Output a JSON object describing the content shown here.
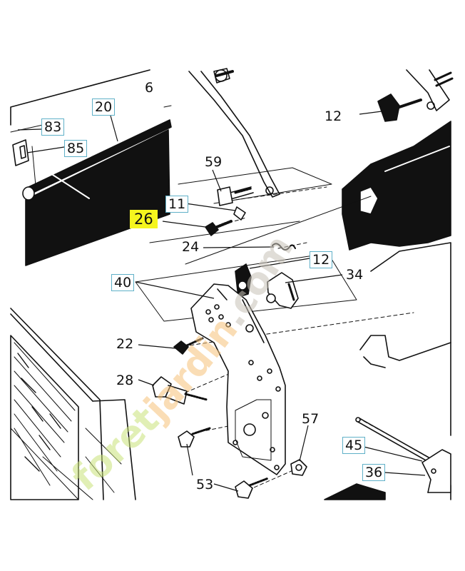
{
  "watermark": {
    "text": "foretjardin.com",
    "colors": {
      "lime": "#c9e27a",
      "orange": "#f6c27a",
      "grey": "#c8c2b8"
    }
  },
  "callouts": {
    "c6": "6",
    "c20": "20",
    "c83": "83",
    "c85": "85",
    "c12a": "12",
    "c59": "59",
    "c11": "11",
    "c26": "26",
    "c24": "24",
    "c12b": "12",
    "c34": "34",
    "c40": "40",
    "c22": "22",
    "c28": "28",
    "c57": "57",
    "c45": "45",
    "c53": "53",
    "c36": "36"
  },
  "colors": {
    "line": "#111111",
    "callout_border": "#5fb0c8",
    "highlight": "#f5f51e"
  }
}
